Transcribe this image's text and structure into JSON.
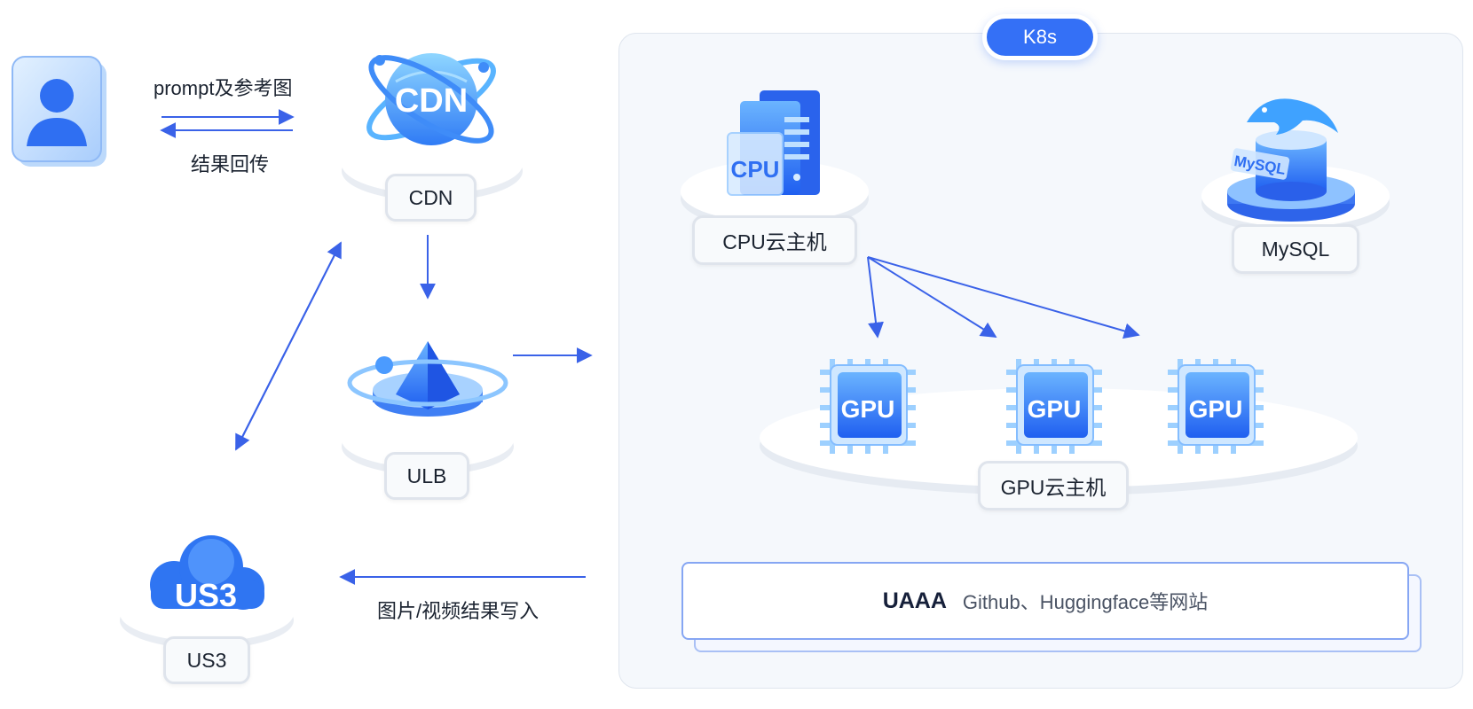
{
  "k8s": {
    "label": "K8s"
  },
  "nodes": {
    "cdn": {
      "label": "CDN",
      "icon_text": "CDN"
    },
    "ulb": {
      "label": "ULB"
    },
    "us3": {
      "label": "US3",
      "icon_text": "US3"
    },
    "cpu": {
      "label": "CPU云主机",
      "icon_text": "CPU"
    },
    "mysql": {
      "label": "MySQL",
      "icon_text": "MySQL"
    },
    "gpu": {
      "label": "GPU云主机",
      "chips": [
        "GPU",
        "GPU",
        "GPU"
      ]
    }
  },
  "edges": {
    "request": "prompt及参考图",
    "response": "结果回传",
    "write_back": "图片/视频结果写入"
  },
  "uaaa": {
    "title": "UAAA",
    "subtitle": "Github、Huggingface等网站"
  },
  "colors": {
    "accent": "#3470f6",
    "arrow": "#3a62e8",
    "platform": "#e9edf3",
    "panel": "#f5f8fc"
  },
  "icons": [
    "user-icon",
    "cdn-globe-icon",
    "ulb-pyramid-icon",
    "us3-cloud-icon",
    "cpu-server-icon",
    "mysql-dolphin-icon",
    "gpu-chip-icon"
  ]
}
